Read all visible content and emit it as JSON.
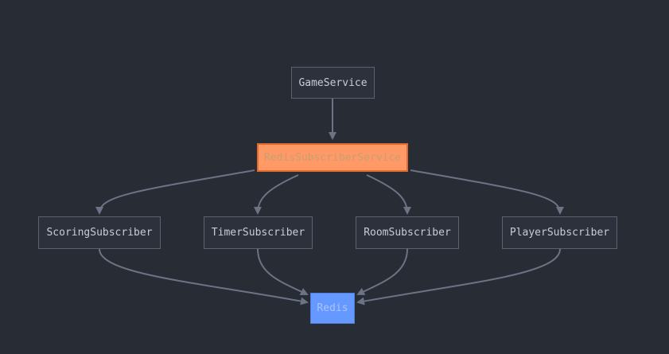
{
  "diagram": {
    "nodes": {
      "game_service": "GameService",
      "redis_subscriber_service": "RedisSubscriberService",
      "scoring_subscriber": "ScoringSubscriber",
      "timer_subscriber": "TimerSubscriber",
      "room_subscriber": "RoomSubscriber",
      "player_subscriber": "PlayerSubscriber",
      "redis": "Redis"
    },
    "edges": [
      {
        "from": "game_service",
        "to": "redis_subscriber_service"
      },
      {
        "from": "redis_subscriber_service",
        "to": "scoring_subscriber"
      },
      {
        "from": "redis_subscriber_service",
        "to": "timer_subscriber"
      },
      {
        "from": "redis_subscriber_service",
        "to": "room_subscriber"
      },
      {
        "from": "redis_subscriber_service",
        "to": "player_subscriber"
      },
      {
        "from": "scoring_subscriber",
        "to": "redis"
      },
      {
        "from": "timer_subscriber",
        "to": "redis"
      },
      {
        "from": "room_subscriber",
        "to": "redis"
      },
      {
        "from": "player_subscriber",
        "to": "redis"
      }
    ],
    "colors": {
      "background": "#282c34",
      "node_fill": "#2c313c",
      "node_border": "#5c6370",
      "edge": "#6b7385",
      "highlight_fill": "#ff9966",
      "store_fill": "#6699ff"
    }
  }
}
